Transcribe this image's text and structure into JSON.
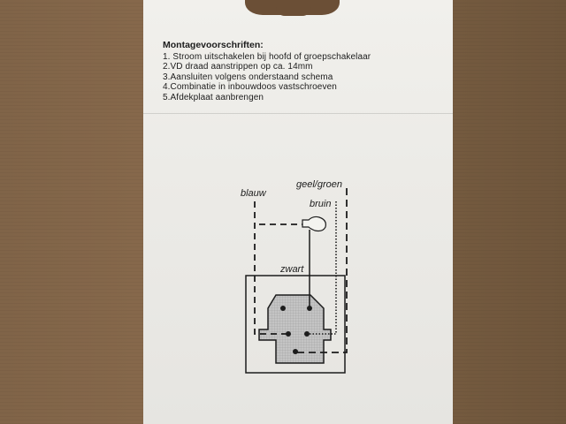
{
  "scene": {
    "description": "Photo of the back of a white cardboard product packaging card lying on a wooden surface, showing Dutch mounting instructions and a wiring diagram for a light switch.",
    "background": "wooden-table",
    "colors": {
      "wood": "#7f6346",
      "card": "#ecebe7",
      "ink": "#1c1c1c",
      "switch_fill": "#b8b8b8"
    }
  },
  "instructions": {
    "title": "Montagevoorschriften:",
    "steps": [
      "1. Stroom uitschakelen bij hoofd of groepschakelaar",
      "2.VD draad aanstrippen op ca. 14mm",
      "3.Aansluiten volgens onderstaand schema",
      "4.Combinatie in inbouwdoos vastschroeven",
      "5.Afdekplaat aanbrengen"
    ]
  },
  "diagram": {
    "labels": {
      "blue_wire": "blauw",
      "earth_wire": "geel/groen",
      "brown_wire": "bruin",
      "black_wire": "zwart"
    },
    "components": [
      "lamp-icon",
      "switch-box",
      "switch-terminals"
    ]
  }
}
